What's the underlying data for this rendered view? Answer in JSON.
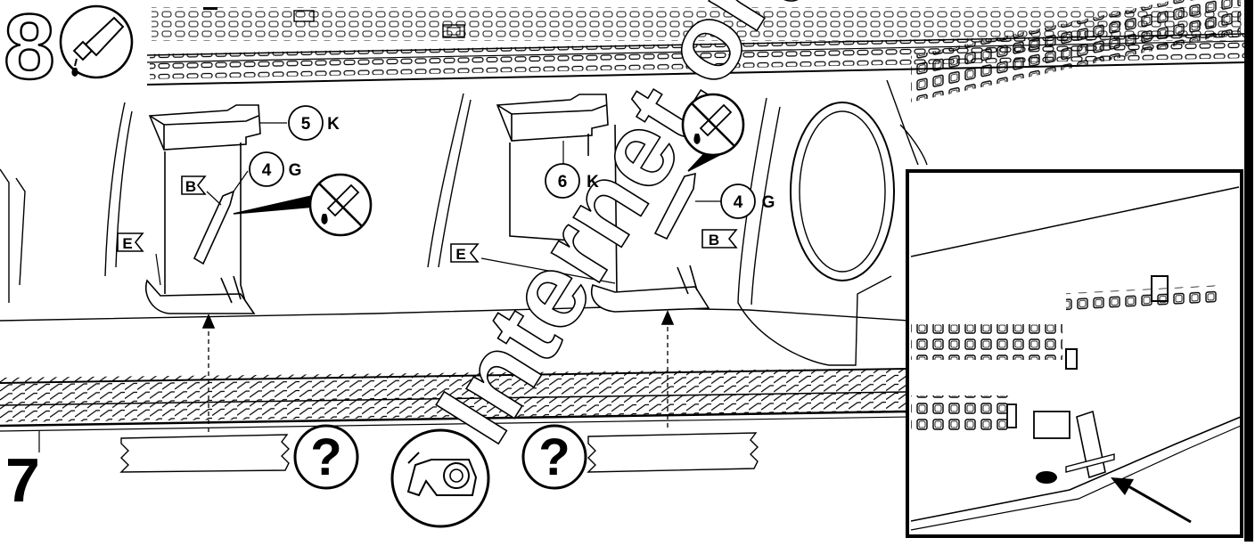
{
  "step": {
    "number": "8",
    "glue_icon": "glue-tube-icon"
  },
  "callouts": [
    {
      "number": "5",
      "letter": "K"
    },
    {
      "number": "4",
      "letter": "G"
    },
    {
      "number": "6",
      "letter": "K"
    },
    {
      "number": "4",
      "letter": "G"
    }
  ],
  "flags": {
    "left_b": "B",
    "left_e": "E",
    "right_e": "E",
    "right_b": "B"
  },
  "part_number": "7",
  "icons": {
    "no_glue_left": "no-glue-icon",
    "no_glue_right": "no-glue-icon",
    "question_left": "?",
    "question_right": "?",
    "tape_dispenser": "tape-dispenser-icon",
    "detail_arrow": "arrow-icon"
  },
  "watermark": "Internet.org",
  "colors": {
    "line": "#000000",
    "background": "#ffffff"
  }
}
